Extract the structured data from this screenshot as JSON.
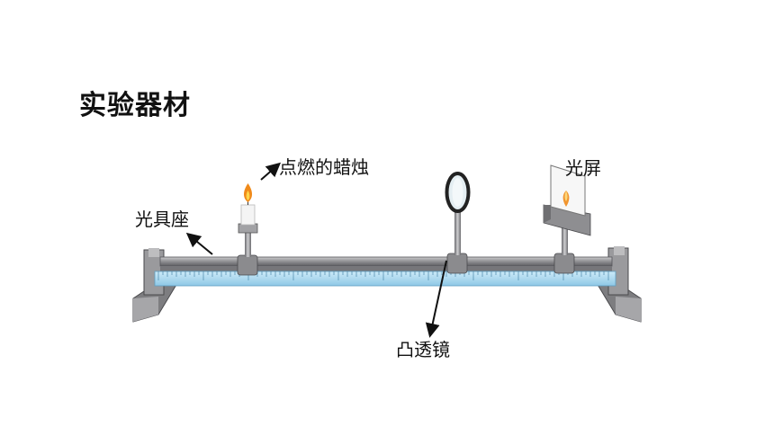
{
  "slide": {
    "title": "实验器材"
  },
  "labels": {
    "candle": "点燃的蜡烛",
    "optical_bench": "光具座",
    "screen": "光屏",
    "lens": "凸透镜"
  },
  "colors": {
    "rail": "#8e8e90",
    "ruler": "#a9d7ef",
    "flame": "#f08a1a"
  }
}
